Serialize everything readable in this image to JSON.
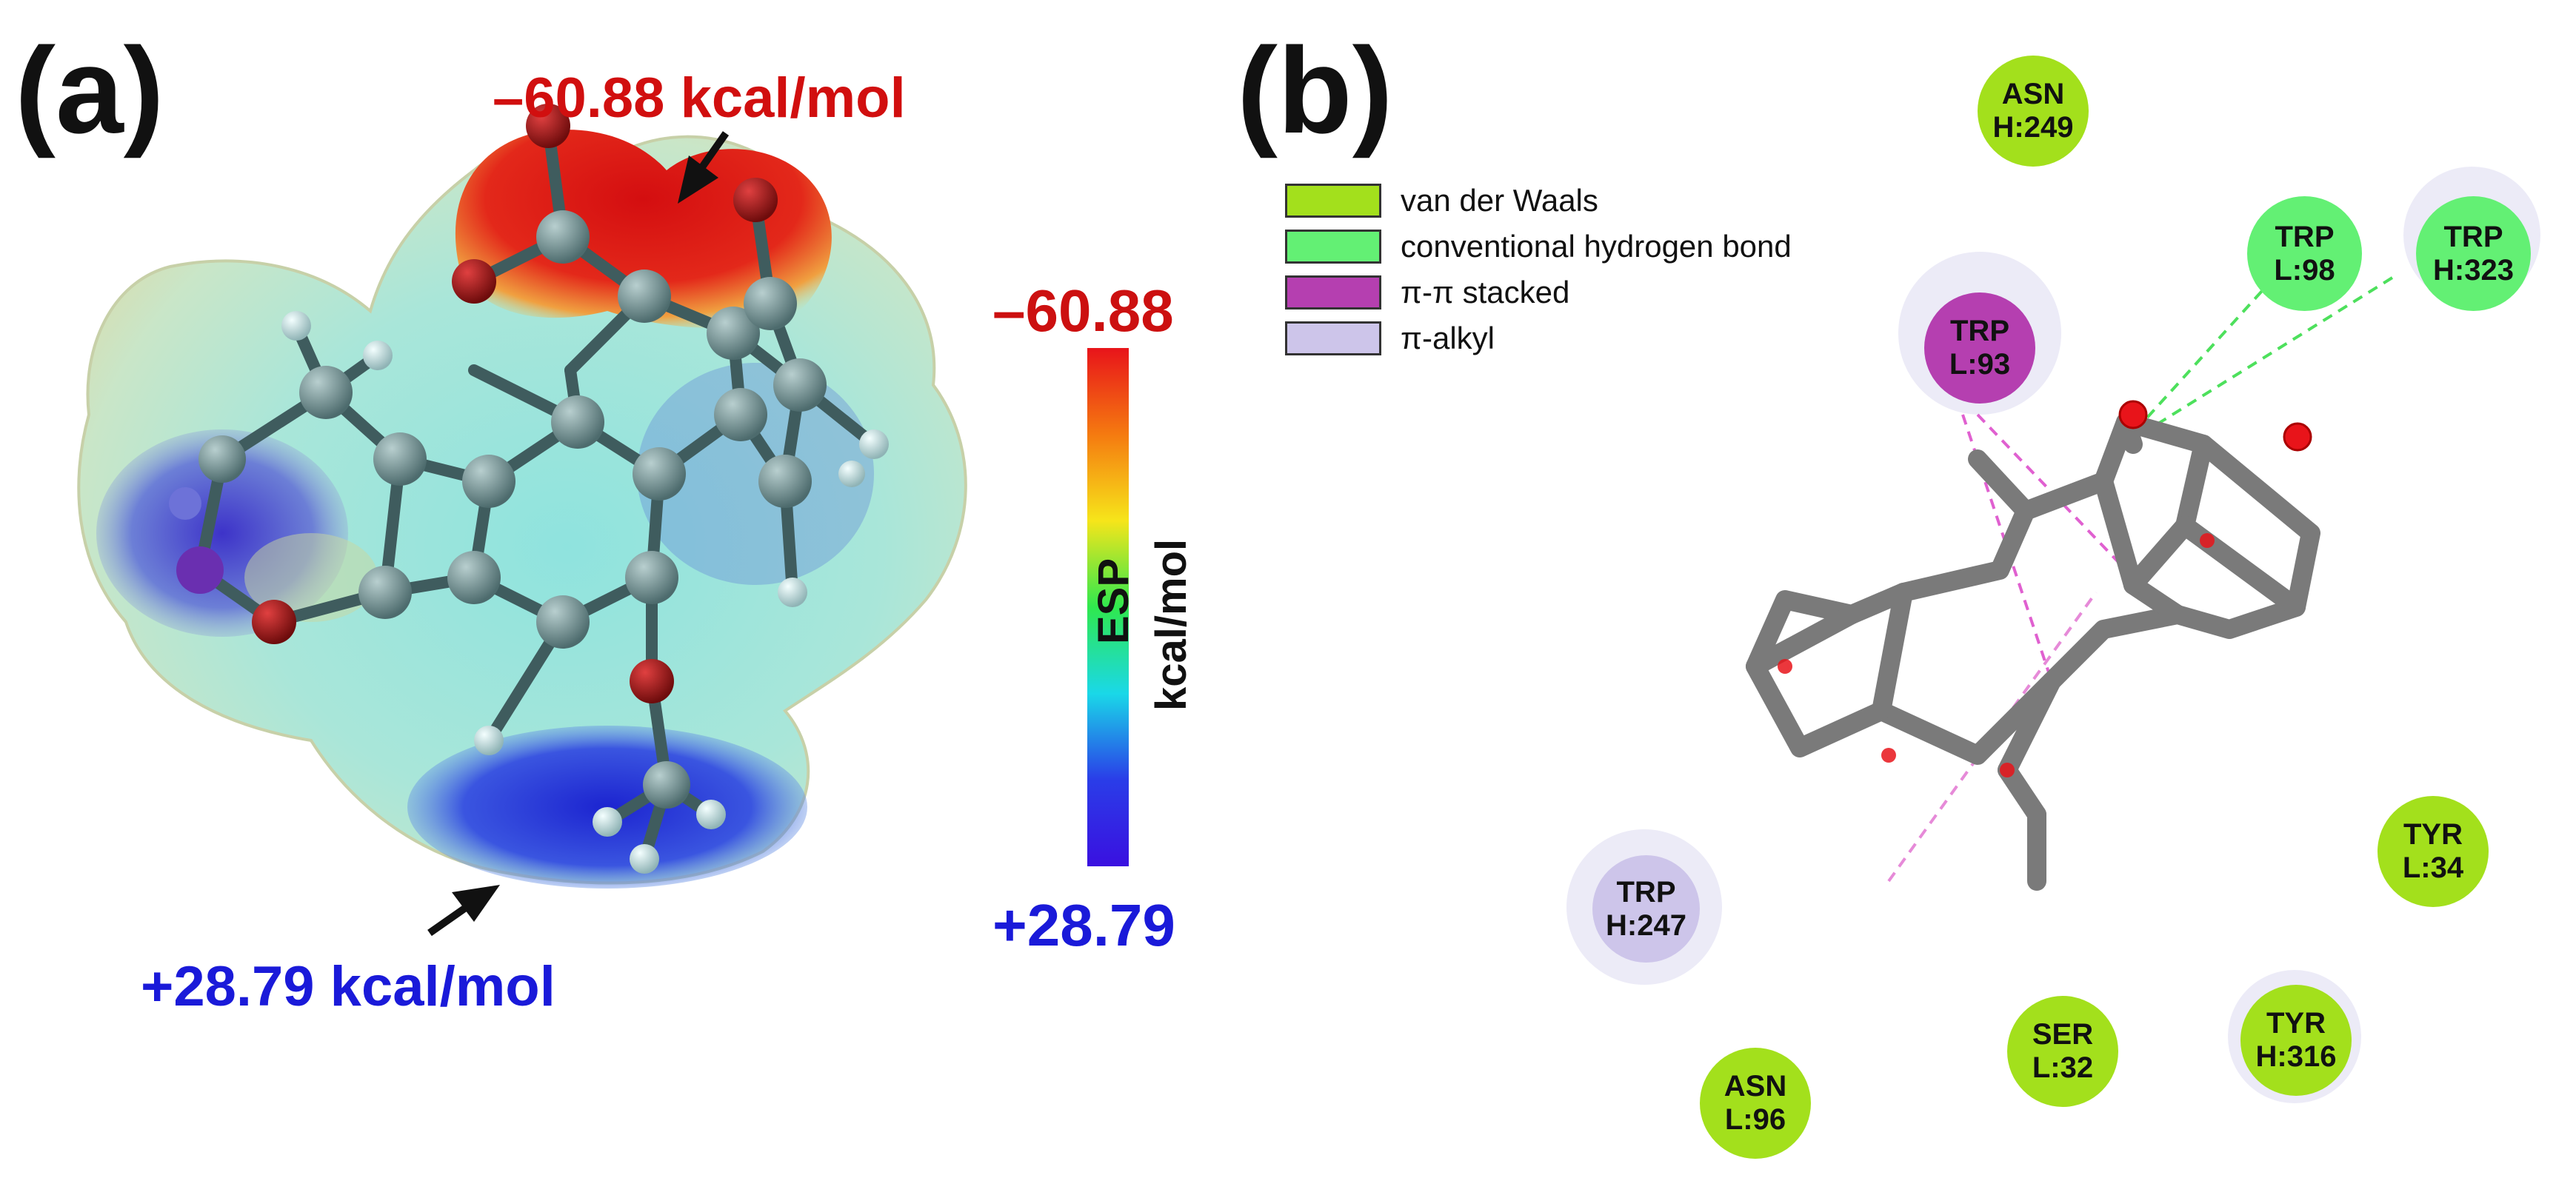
{
  "panel_a": {
    "label": "(a)",
    "min_energy": "–60.88 kcal/mol",
    "max_energy": "+28.79 kcal/mol",
    "colorbar": {
      "top_value": "–60.88",
      "bottom_value": "+28.79",
      "title": "ESP",
      "unit": "kcal/mol",
      "colors": [
        "#e8141a",
        "#f57a10",
        "#f6e51a",
        "#2fe84e",
        "#1ad8e8",
        "#2a3de8",
        "#3a10e0"
      ]
    }
  },
  "panel_b": {
    "label": "(b)",
    "legend": [
      {
        "label": "van der Waals",
        "color": "#a3e01c"
      },
      {
        "label": "conventional hydrogen bond",
        "color": "#63f074"
      },
      {
        "label": "π-π stacked",
        "color": "#b53fb0"
      },
      {
        "label": "π-alkyl",
        "color": "#cdc5ea"
      }
    ],
    "residues": [
      {
        "name": "ASN",
        "id": "H:249",
        "type": "vdw"
      },
      {
        "name": "TRP",
        "id": "L:98",
        "type": "hbond"
      },
      {
        "name": "TRP",
        "id": "H:323",
        "type": "hbond"
      },
      {
        "name": "TRP",
        "id": "L:93",
        "type": "pipi"
      },
      {
        "name": "TRP",
        "id": "H:247",
        "type": "pialkyl"
      },
      {
        "name": "TYR",
        "id": "L:34",
        "type": "vdw"
      },
      {
        "name": "SER",
        "id": "L:32",
        "type": "vdw"
      },
      {
        "name": "TYR",
        "id": "H:316",
        "type": "vdw"
      },
      {
        "name": "ASN",
        "id": "L:96",
        "type": "vdw"
      }
    ],
    "colors": {
      "vdw": "#a3e01c",
      "hbond": "#63f074",
      "pipi": "#b53fb0",
      "pialkyl": "#cdc5ea",
      "bond_stick": "#7a7a7a",
      "oxygen": "#e8141a"
    }
  }
}
